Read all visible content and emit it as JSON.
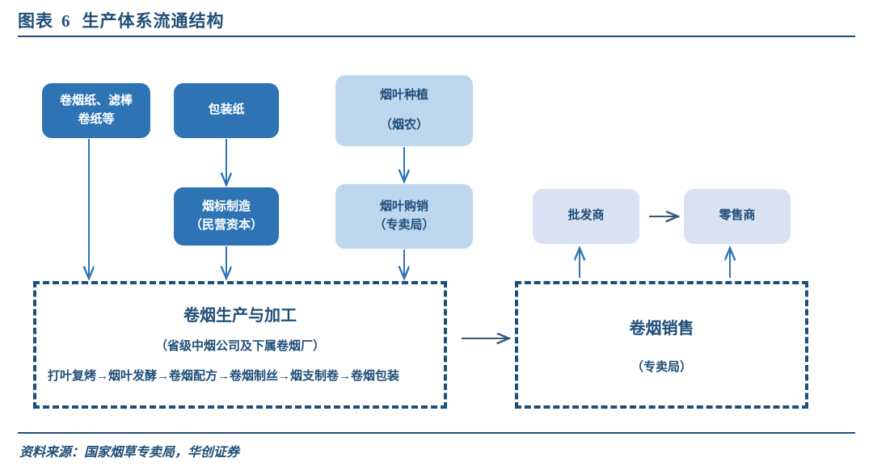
{
  "header": {
    "label": "图表",
    "number": "6",
    "title": "生产体系流通结构",
    "accent_color": "#1F4E79"
  },
  "footer": {
    "source_text": "资料来源：国家烟草专卖局，华创证券"
  },
  "palette": {
    "dark_blue": "#2E74B5",
    "mid_blue": "#BDD7EE",
    "pale_blue": "#D9E2F3",
    "navy": "#1F4E79",
    "arrow": "#2E74B5"
  },
  "nodes": {
    "paper_materials": {
      "line1": "卷烟纸、滤棒",
      "line2": "卷纸等",
      "style": "dark"
    },
    "packaging_paper": {
      "line1": "包装纸",
      "style": "dark"
    },
    "label_manufacturing": {
      "line1": "烟标制造",
      "line2": "（民营资本）",
      "style": "dark"
    },
    "leaf_planting": {
      "line1": "烟叶种植",
      "line2": "（烟农）",
      "style": "mid"
    },
    "leaf_trading": {
      "line1": "烟叶购销",
      "line2": "（专卖局）",
      "style": "mid"
    },
    "wholesaler": {
      "line1": "批发商",
      "style": "pale"
    },
    "retailer": {
      "line1": "零售商",
      "style": "pale"
    }
  },
  "regions": {
    "production": {
      "title": "卷烟生产与加工",
      "subtitle": "（省级中烟公司及下属卷烟厂）",
      "process_chain": "打叶复烤→烟叶发酵→卷烟配方→卷烟制丝→烟支制卷→卷烟包装"
    },
    "sales": {
      "title": "卷烟销售",
      "subtitle": "（专卖局）"
    }
  }
}
